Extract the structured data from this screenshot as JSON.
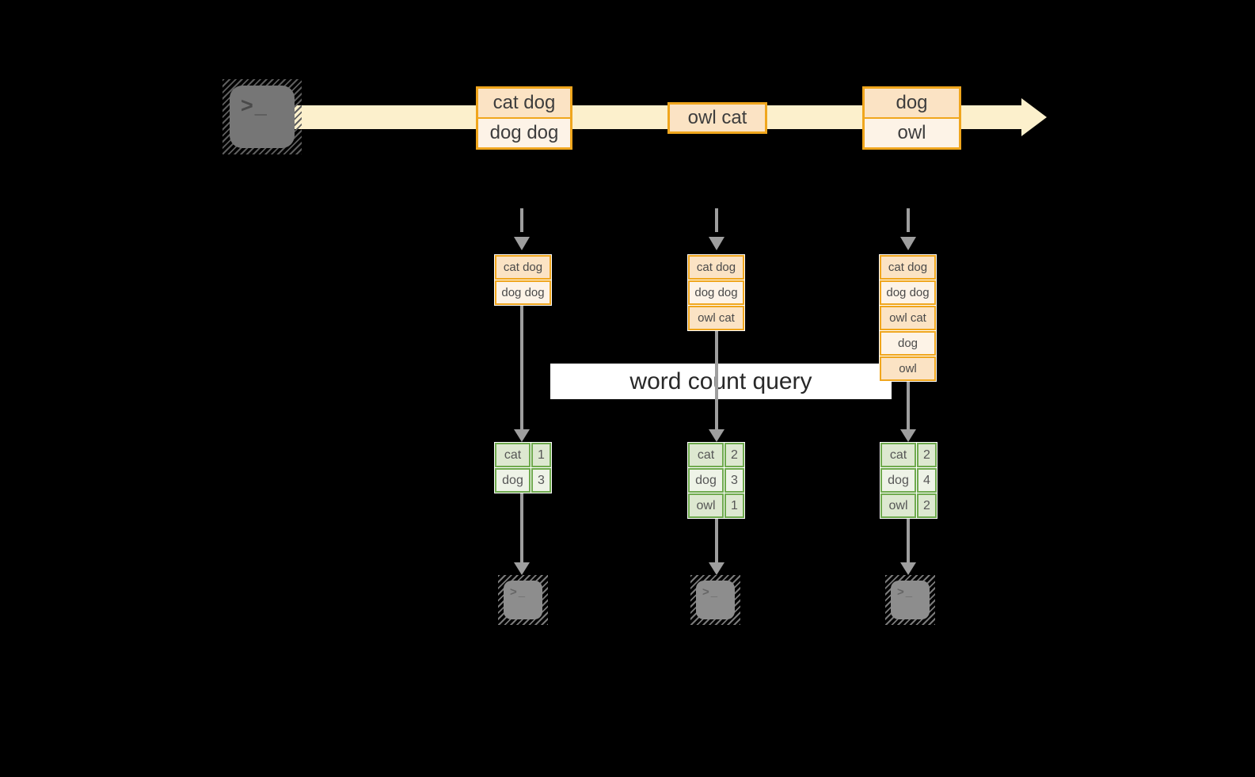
{
  "source": {
    "icon": "terminal-icon",
    "prompt": ">_"
  },
  "stream_messages": [
    {
      "lines": [
        "cat dog",
        "dog dog"
      ]
    },
    {
      "lines": [
        "owl cat"
      ]
    },
    {
      "lines": [
        "dog",
        "owl"
      ]
    }
  ],
  "buffers": [
    {
      "lines": [
        "cat dog",
        "dog dog"
      ]
    },
    {
      "lines": [
        "cat dog",
        "dog dog",
        "owl cat"
      ]
    },
    {
      "lines": [
        "cat dog",
        "dog dog",
        "owl cat",
        "dog",
        "owl"
      ]
    }
  ],
  "query_label": "word count query",
  "count_tables": [
    {
      "rows": [
        {
          "word": "cat",
          "count": "1"
        },
        {
          "word": "dog",
          "count": "3"
        }
      ]
    },
    {
      "rows": [
        {
          "word": "cat",
          "count": "2"
        },
        {
          "word": "dog",
          "count": "3"
        },
        {
          "word": "owl",
          "count": "1"
        }
      ]
    },
    {
      "rows": [
        {
          "word": "cat",
          "count": "2"
        },
        {
          "word": "dog",
          "count": "4"
        },
        {
          "word": "owl",
          "count": "2"
        }
      ]
    }
  ],
  "sinks": [
    {
      "icon": "terminal-icon",
      "prompt": ">_"
    },
    {
      "icon": "terminal-icon",
      "prompt": ">_"
    },
    {
      "icon": "terminal-icon",
      "prompt": ">_"
    }
  ],
  "colors": {
    "background": "#000000",
    "stream_band": "#fcf0cc",
    "message_fill_dark": "#fbe3c4",
    "message_fill_light": "#fdf3e7",
    "orange_border": "#f0a61d",
    "green_border": "#6faa4e",
    "count_fill_dark": "#dde8d0",
    "count_fill_light": "#eef3e7",
    "arrow_gray": "#9e9e9e",
    "terminal_gray": "#767676",
    "sink_terminal_gray": "#8d8d8d"
  }
}
